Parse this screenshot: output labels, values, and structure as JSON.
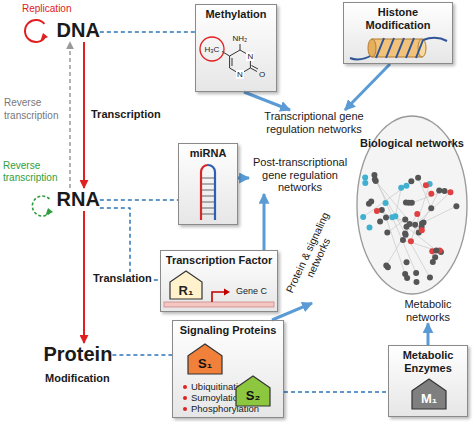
{
  "diagram": {
    "nodes": [
      {
        "text": [
          "DNA"
        ]
      },
      {
        "text": [
          "Methylation"
        ]
      },
      {
        "text": [
          "Histone Modification"
        ]
      },
      {
        "text": [
          "Transcriptional gene regulation networks"
        ]
      },
      {
        "text": [
          "RNA"
        ]
      },
      {
        "text": [
          "miRNA"
        ]
      },
      {
        "text": [
          "Post-transcriptional gene regulation networks"
        ]
      },
      {
        "text": [
          "Biological networks"
        ]
      },
      {
        "text": [
          "Transcription Factor"
        ]
      },
      {
        "text": [
          "R₁"
        ],
        "in": 8
      },
      {
        "text": [
          "Protein & signaling networks"
        ]
      },
      {
        "text": [
          "Protein"
        ]
      },
      {
        "text": [
          "Signaling Proteins",
          "Ubiquitination",
          "Sumoylation",
          "Phosphorylation"
        ]
      },
      {
        "text": [
          "S₁"
        ],
        "in": 12
      },
      {
        "text": [
          "S₂"
        ],
        "in": 12
      },
      {
        "text": [
          "Metabolic networks"
        ]
      },
      {
        "text": [
          "Metabolic Enzymes"
        ]
      },
      {
        "text": [
          "M₁"
        ],
        "in": 16
      }
    ],
    "edges": [
      {
        "from": 0,
        "to": 4,
        "arrow": "to",
        "label": "Transcription"
      },
      {
        "from": 4,
        "to": 0,
        "arrow": "to",
        "label": "Reverse transcription"
      },
      {
        "from": 4,
        "to": 11,
        "arrow": "to",
        "label": "Translation"
      },
      {
        "from": 0,
        "to": 1,
        "arrow": "none"
      },
      {
        "from": 1,
        "to": 3,
        "arrow": "to"
      },
      {
        "from": 2,
        "to": 3,
        "arrow": "to"
      },
      {
        "from": 4,
        "to": 5,
        "arrow": "none"
      },
      {
        "from": 4,
        "to": 8,
        "arrow": "none"
      },
      {
        "from": 5,
        "to": 6,
        "arrow": "to"
      },
      {
        "from": 8,
        "to": 6,
        "arrow": "to"
      },
      {
        "from": 12,
        "to": 10,
        "arrow": "to"
      },
      {
        "from": 11,
        "to": 12,
        "arrow": "none",
        "label": "Modification"
      },
      {
        "from": 12,
        "to": 16,
        "arrow": "none"
      },
      {
        "from": 16,
        "to": 15,
        "arrow": "to"
      }
    ],
    "labels": [
      "Replication",
      "Reverse transcription",
      "H₃C",
      "NH₂",
      "N",
      "N",
      "O",
      "Gene C"
    ]
  }
}
